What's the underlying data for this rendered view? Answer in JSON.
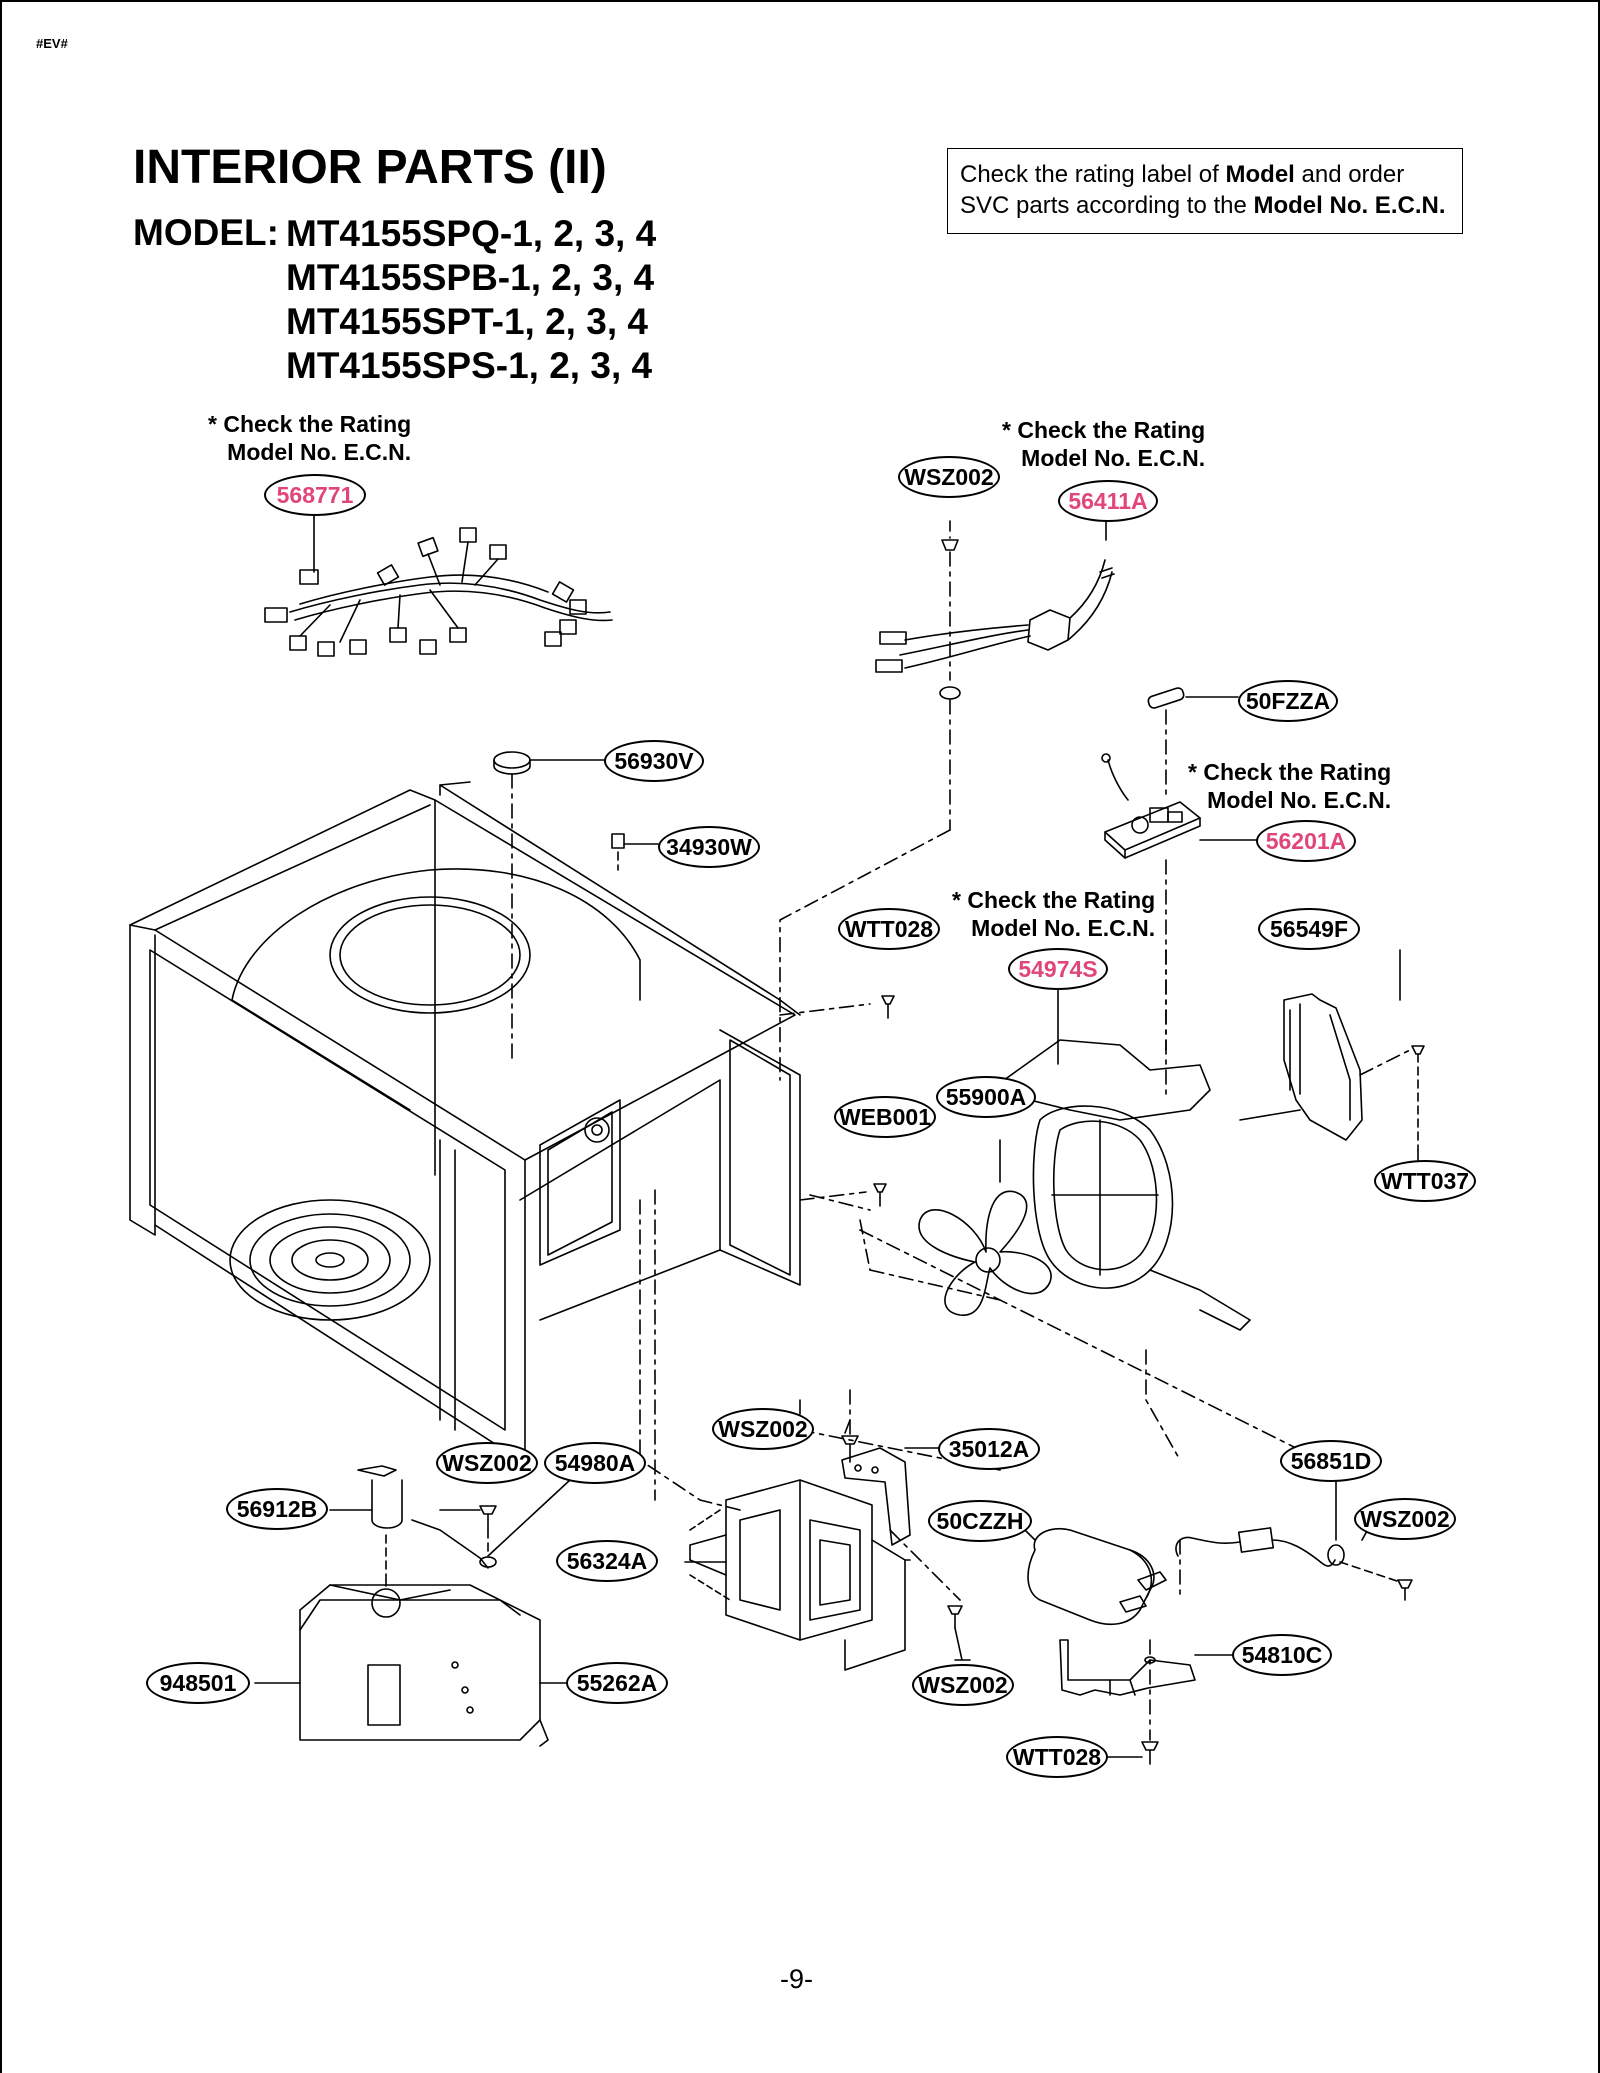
{
  "doc_code": "#EV#",
  "title": "INTERIOR PARTS (II)",
  "model_label": "MODEL:",
  "models": [
    "MT4155SPQ-1, 2, 3, 4",
    "MT4155SPB-1, 2, 3, 4",
    "MT4155SPT-1, 2, 3, 4",
    "MT4155SPS-1, 2, 3, 4"
  ],
  "note": {
    "l1_pre": "Check the rating label of ",
    "l1_bold": "Model",
    "l1_post": " and order",
    "l2_pre": "SVC parts according to the ",
    "l2_bold": "Model No. E.C.N."
  },
  "check_notes": {
    "a": "* Check the Rating\n   Model No. E.C.N.",
    "b": "* Check the Rating\n   Model No. E.C.N.",
    "c": "* Check the Rating\n   Model No. E.C.N.",
    "d": "* Check the Rating\n   Model No. E.C.N."
  },
  "parts": {
    "p568771": "568771",
    "p56411A": "56411A",
    "pWSZ002_top": "WSZ002",
    "p50FZZA": "50FZZA",
    "p56201A": "56201A",
    "p56930V": "56930V",
    "p34930W": "34930W",
    "pWTT028_a": "WTT028",
    "p54974S": "54974S",
    "p56549F": "56549F",
    "pWEB001": "WEB001",
    "p55900A": "55900A",
    "pWTT037": "WTT037",
    "pWSZ002_b": "WSZ002",
    "p35012A": "35012A",
    "pWSZ002_c": "WSZ002",
    "p54980A": "54980A",
    "p56912B": "56912B",
    "p50CZZH": "50CZZH",
    "p56851D": "56851D",
    "pWSZ002_d": "WSZ002",
    "p56324A": "56324A",
    "p948501": "948501",
    "p55262A": "55262A",
    "pWSZ002_e": "WSZ002",
    "p54810C": "54810C",
    "pWTT028_b": "WTT028"
  },
  "colors": {
    "ecn_highlight": "#e0457b"
  },
  "page_number": "-9-"
}
